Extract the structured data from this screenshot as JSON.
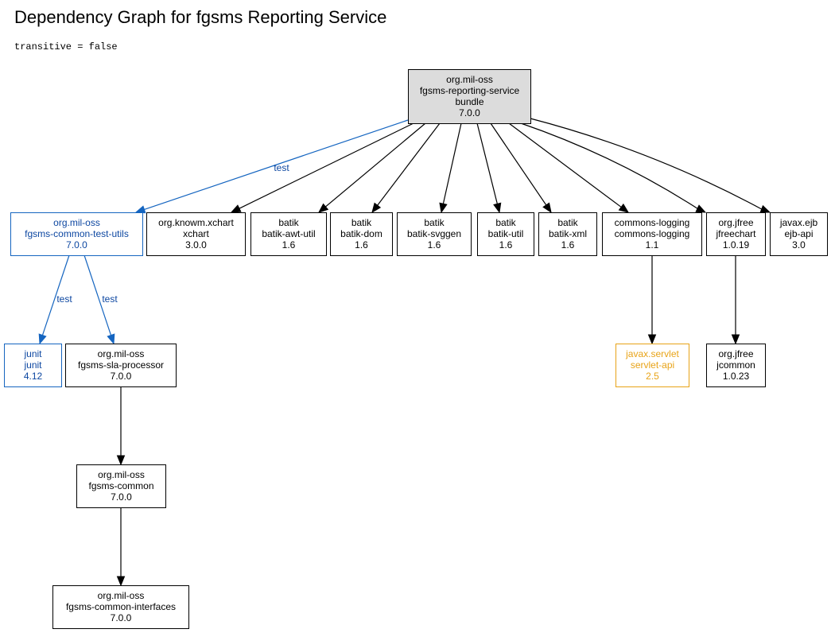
{
  "page": {
    "title": "Dependency Graph for fgsms Reporting Service",
    "subtitle": "transitive = false"
  },
  "colors": {
    "default": "#000000",
    "root_fill": "#dcdcdc",
    "test": "#1565c0",
    "test_text": "#0d47a1",
    "optional": "#e8a317"
  },
  "nodes": [
    {
      "id": "root",
      "lines": [
        "org.mil-oss",
        "fgsms-reporting-service",
        "bundle",
        "7.0.0"
      ],
      "style": "root"
    },
    {
      "id": "test_utils",
      "lines": [
        "org.mil-oss",
        "fgsms-common-test-utils",
        "7.0.0"
      ],
      "style": "test"
    },
    {
      "id": "xchart",
      "lines": [
        "org.knowm.xchart",
        "xchart",
        "3.0.0"
      ],
      "style": "default"
    },
    {
      "id": "batik_awt",
      "lines": [
        "batik",
        "batik-awt-util",
        "1.6"
      ],
      "style": "default"
    },
    {
      "id": "batik_dom",
      "lines": [
        "batik",
        "batik-dom",
        "1.6"
      ],
      "style": "default"
    },
    {
      "id": "batik_svggen",
      "lines": [
        "batik",
        "batik-svggen",
        "1.6"
      ],
      "style": "default"
    },
    {
      "id": "batik_util",
      "lines": [
        "batik",
        "batik-util",
        "1.6"
      ],
      "style": "default"
    },
    {
      "id": "batik_xml",
      "lines": [
        "batik",
        "batik-xml",
        "1.6"
      ],
      "style": "default"
    },
    {
      "id": "commons_logging",
      "lines": [
        "commons-logging",
        "commons-logging",
        "1.1"
      ],
      "style": "default"
    },
    {
      "id": "jfreechart",
      "lines": [
        "org.jfree",
        "jfreechart",
        "1.0.19"
      ],
      "style": "default"
    },
    {
      "id": "ejb",
      "lines": [
        "javax.ejb",
        "ejb-api",
        "3.0"
      ],
      "style": "default"
    },
    {
      "id": "junit",
      "lines": [
        "junit",
        "junit",
        "4.12"
      ],
      "style": "test"
    },
    {
      "id": "sla",
      "lines": [
        "org.mil-oss",
        "fgsms-sla-processor",
        "7.0.0"
      ],
      "style": "default"
    },
    {
      "id": "servlet",
      "lines": [
        "javax.servlet",
        "servlet-api",
        "2.5"
      ],
      "style": "optional"
    },
    {
      "id": "jcommon",
      "lines": [
        "org.jfree",
        "jcommon",
        "1.0.23"
      ],
      "style": "default"
    },
    {
      "id": "common",
      "lines": [
        "org.mil-oss",
        "fgsms-common",
        "7.0.0"
      ],
      "style": "default"
    },
    {
      "id": "interfaces",
      "lines": [
        "org.mil-oss",
        "fgsms-common-interfaces",
        "7.0.0"
      ],
      "style": "default"
    }
  ],
  "edges": [
    {
      "from": "root",
      "to": "test_utils",
      "label": "test",
      "style": "test"
    },
    {
      "from": "root",
      "to": "xchart",
      "label": "",
      "style": "default"
    },
    {
      "from": "root",
      "to": "batik_awt",
      "label": "",
      "style": "default"
    },
    {
      "from": "root",
      "to": "batik_dom",
      "label": "",
      "style": "default"
    },
    {
      "from": "root",
      "to": "batik_svggen",
      "label": "",
      "style": "default"
    },
    {
      "from": "root",
      "to": "batik_util",
      "label": "",
      "style": "default"
    },
    {
      "from": "root",
      "to": "batik_xml",
      "label": "",
      "style": "default"
    },
    {
      "from": "root",
      "to": "commons_logging",
      "label": "",
      "style": "default"
    },
    {
      "from": "root",
      "to": "jfreechart",
      "label": "",
      "style": "default"
    },
    {
      "from": "root",
      "to": "ejb",
      "label": "",
      "style": "default"
    },
    {
      "from": "test_utils",
      "to": "junit",
      "label": "test",
      "style": "test"
    },
    {
      "from": "test_utils",
      "to": "sla",
      "label": "test",
      "style": "test"
    },
    {
      "from": "commons_logging",
      "to": "servlet",
      "label": "",
      "style": "default"
    },
    {
      "from": "jfreechart",
      "to": "jcommon",
      "label": "",
      "style": "default"
    },
    {
      "from": "sla",
      "to": "common",
      "label": "",
      "style": "default"
    },
    {
      "from": "common",
      "to": "interfaces",
      "label": "",
      "style": "default"
    }
  ]
}
